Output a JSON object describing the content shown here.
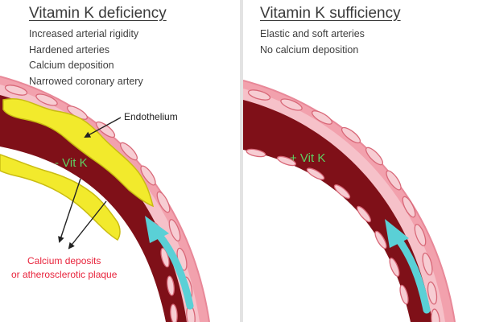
{
  "panels": {
    "deficiency": {
      "title": "Vitamin K deficiency",
      "points": [
        "Increased arterial rigidity",
        "Hardened arteries",
        "Calcium deposition",
        "Narrowed coronary artery"
      ],
      "vessel_label": "- Vit K",
      "endothelium_label": "Endothelium",
      "deposit_label_line1": "Calcium deposits",
      "deposit_label_line2": "or atherosclerotic plaque"
    },
    "sufficiency": {
      "title": "Vitamin K sufficiency",
      "points": [
        "Elastic and soft arteries",
        "No calcium deposition"
      ],
      "vessel_label": "+ Vit K"
    }
  },
  "colors": {
    "wall_outer": "#f2a1ad",
    "wall_inner": "#f6c1c9",
    "endothelium_cells": "#f7cdd3",
    "cell_outline": "#d86878",
    "lumen": "#7f1018",
    "plaque": "#f2ea2c",
    "plaque_edge": "#c9bc12",
    "flow_arrow": "#5ad0d6",
    "vit_label": "#5dd062",
    "deposit_label": "#e8243c",
    "divider": "#e3e3e3"
  }
}
